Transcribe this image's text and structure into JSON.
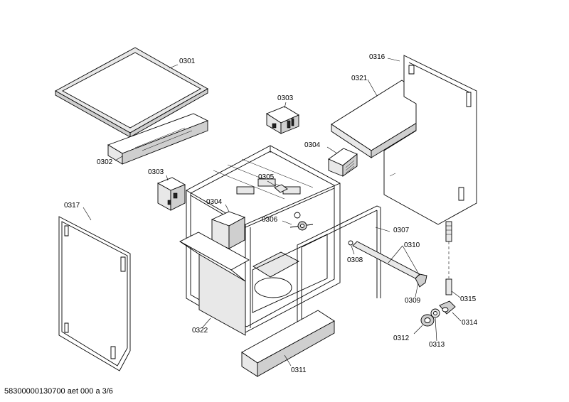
{
  "labels": {
    "p0301": "0301",
    "p0302": "0302",
    "p0303a": "0303",
    "p0303b": "0303",
    "p0304a": "0304",
    "p0304b": "0304",
    "p0305": "0305",
    "p0306": "0306",
    "p0307": "0307",
    "p0308": "0308",
    "p0309": "0309",
    "p0310": "0310",
    "p0311": "0311",
    "p0312": "0312",
    "p0313": "0313",
    "p0314": "0314",
    "p0315": "0315",
    "p0316": "0316",
    "p0317": "0317",
    "p0321": "0321",
    "p0322": "0322"
  },
  "footer": "58300000130700 aet 000 a 3/6"
}
